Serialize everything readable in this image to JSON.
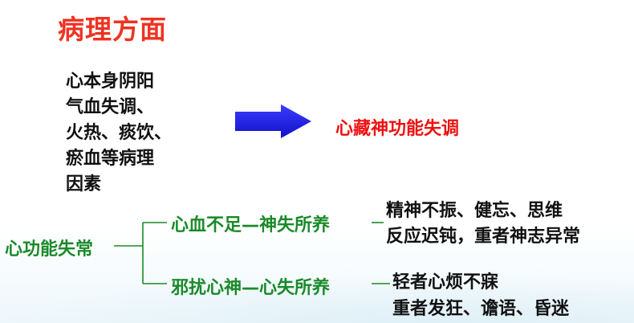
{
  "title": "病理方面",
  "causes": [
    "心本身阴阳",
    "气血失调、",
    "火热、痰饮、",
    "瘀血等病理",
    "因素"
  ],
  "result": "心藏神功能失调",
  "root": "心功能失常",
  "branch_upper": {
    "label": "心血不足—神失所养",
    "effects": [
      "精神不振、健忘、思维",
      "反应迟钝，重者神志异常"
    ]
  },
  "branch_lower": {
    "label": "邪扰心神—心失所养",
    "effects": [
      "轻者心烦不寐",
      "重者发狂、谵语、昏迷"
    ]
  },
  "colors": {
    "title": "#ee3322",
    "arrow": "#1a1aee",
    "result": "#ee1111",
    "green": "#1a8a2a",
    "text": "#111111"
  }
}
